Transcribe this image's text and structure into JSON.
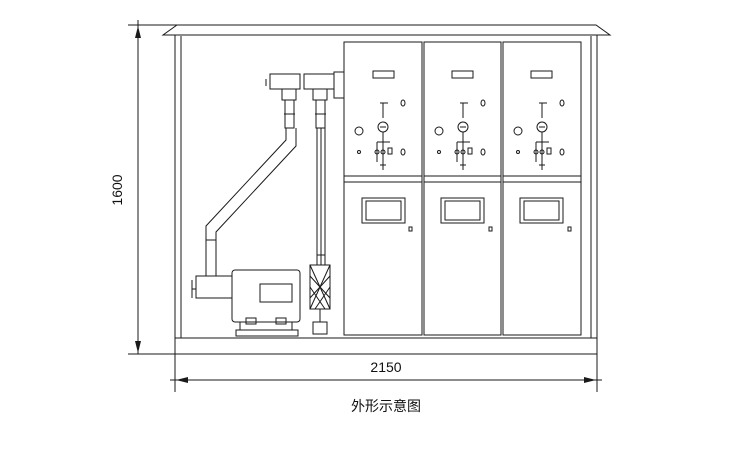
{
  "dimensions": {
    "height_label": "1600",
    "width_label": "2150"
  },
  "caption": "外形示意图",
  "panels": {
    "count": 3
  }
}
